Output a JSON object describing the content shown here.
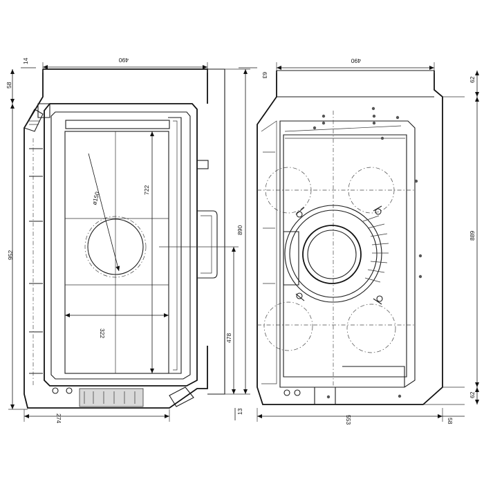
{
  "left_view": {
    "dimensions": {
      "top_width": "490",
      "top_offset": "14",
      "top_margin": "58",
      "total_height": "952",
      "opening_height": "722",
      "flue_diameter": "ø150",
      "opening_width": "322",
      "side_height": "890",
      "lower_height": "478",
      "bottom_width": "274",
      "bottom_offset": "13"
    }
  },
  "right_view": {
    "dimensions": {
      "top_width": "490",
      "top_offset": "63",
      "top_right": "62",
      "total_height": "889",
      "bottom_width": "553",
      "bottom_right": "58",
      "bottom_right_height": "62"
    }
  }
}
